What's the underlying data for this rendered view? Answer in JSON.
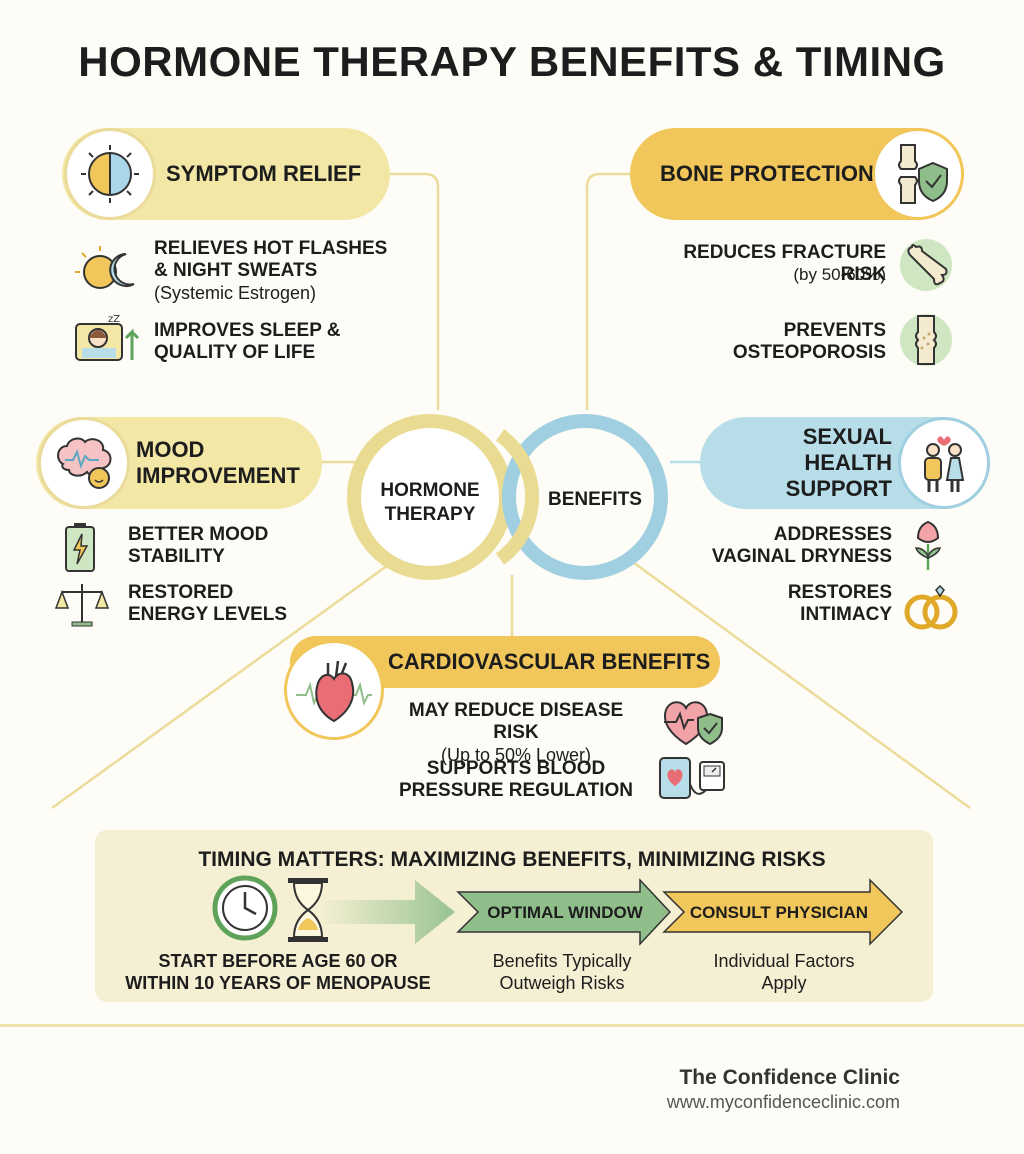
{
  "title": "HORMONE THERAPY BENEFITS & TIMING",
  "venn": {
    "left": "HORMONE\nTHERAPY",
    "right": "BENEFITS"
  },
  "symptom": {
    "heading": "SYMPTOM RELIEF",
    "items": [
      {
        "text": "RELIEVES HOT FLASHES\n& NIGHT SWEATS",
        "sub": "(Systemic Estrogen)"
      },
      {
        "text": "IMPROVES SLEEP &\nQUALITY OF LIFE"
      }
    ]
  },
  "mood": {
    "heading": "MOOD\nIMPROVEMENT",
    "items": [
      {
        "text": "BETTER MOOD\nSTABILITY"
      },
      {
        "text": "RESTORED\nENERGY LEVELS"
      }
    ]
  },
  "bone": {
    "heading": "BONE PROTECTION",
    "items": [
      {
        "text": "REDUCES FRACTURE\nRISK",
        "sub": "(by 50-60%)"
      },
      {
        "text": "PREVENTS\nOSTEOPOROSIS"
      }
    ]
  },
  "sexual": {
    "heading": "SEXUAL HEALTH\nSUPPORT",
    "items": [
      {
        "text": "ADDRESSES\nVAGINAL DRYNESS"
      },
      {
        "text": "RESTORES\nINTIMACY"
      }
    ]
  },
  "cardio": {
    "heading": "CARDIOVASCULAR BENEFITS",
    "items": [
      {
        "text": "MAY REDUCE DISEASE RISK",
        "sub": "(Up to 50% Lower)"
      },
      {
        "text": "SUPPORTS BLOOD\nPRESSURE REGULATION"
      }
    ]
  },
  "timing": {
    "title": "TIMING MATTERS: MAXIMIZING BENEFITS, MINIMIZING RISKS",
    "start": "START BEFORE AGE 60 OR\nWITHIN 10 YEARS OF MENOPAUSE",
    "optimal": {
      "label": "OPTIMAL WINDOW",
      "desc": "Benefits Typically\nOutweigh Risks"
    },
    "consult": {
      "label": "CONSULT PHYSICIAN",
      "desc": "Individual Factors\nApply"
    }
  },
  "footer": {
    "name": "The Confidence Clinic",
    "url": "www.myconfidenceclinic.com"
  },
  "colors": {
    "yellow": "#f3e7a6",
    "orange": "#f1c65a",
    "blue": "#b7dde9",
    "green": "#8fbe8a"
  }
}
